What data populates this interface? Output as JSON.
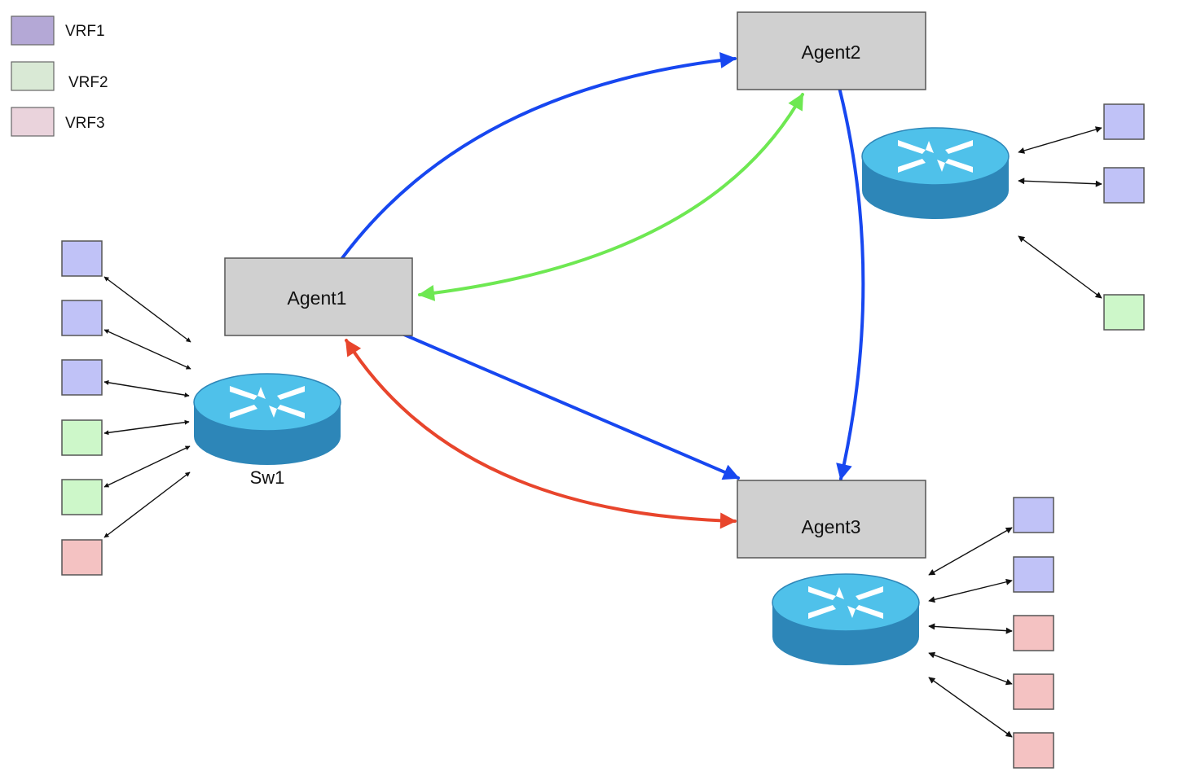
{
  "legend": [
    {
      "label": "VRF1",
      "color": "#b4a8d6"
    },
    {
      "label": "VRF2",
      "color": "#d9e9d5"
    },
    {
      "label": "VRF3",
      "color": "#ead3dc"
    }
  ],
  "agents": {
    "agent1": {
      "label": "Agent1"
    },
    "agent2": {
      "label": "Agent2"
    },
    "agent3": {
      "label": "Agent3"
    }
  },
  "switches": {
    "sw1": {
      "label": "Sw1"
    },
    "sw2": {
      "label": ""
    },
    "sw3": {
      "label": ""
    }
  },
  "colors": {
    "agent_fill": "#d0d0d0",
    "vrf1_box": "#c0c2f7",
    "vrf2_box": "#cdf7c9",
    "vrf3_box": "#f4c2c2",
    "link_blue": "#1747f0",
    "link_green": "#6ee852",
    "link_red": "#e8452c",
    "switch_top": "#4fc1ea",
    "switch_side": "#2d86b8"
  },
  "endpoints": {
    "sw1": [
      "VRF1",
      "VRF1",
      "VRF1",
      "VRF2",
      "VRF2",
      "VRF3"
    ],
    "sw2": [
      "VRF1",
      "VRF1",
      "VRF2"
    ],
    "sw3": [
      "VRF1",
      "VRF1",
      "VRF3",
      "VRF3",
      "VRF3"
    ]
  }
}
